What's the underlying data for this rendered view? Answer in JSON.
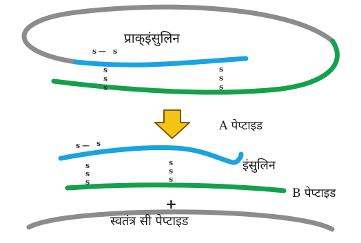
{
  "labels": {
    "proinsulin": "प्राक्इंसुलिन",
    "a_peptide": "A पेप्टाइड",
    "insulin": "इंसुलिन",
    "b_peptide": "B पेप्टाइड",
    "plus": "+",
    "c_peptide": "स्वतंत्र सी पेप्टाइड"
  },
  "bond_labels": {
    "s": "s",
    "dash": "—"
  },
  "colors": {
    "a_chain": "#1aa3e0",
    "b_chain": "#14a14b",
    "c_chain": "#8c8c8c",
    "arrow_fill": "#f3c316",
    "arrow_stroke": "#7a5a0a",
    "bond": "#333333"
  }
}
